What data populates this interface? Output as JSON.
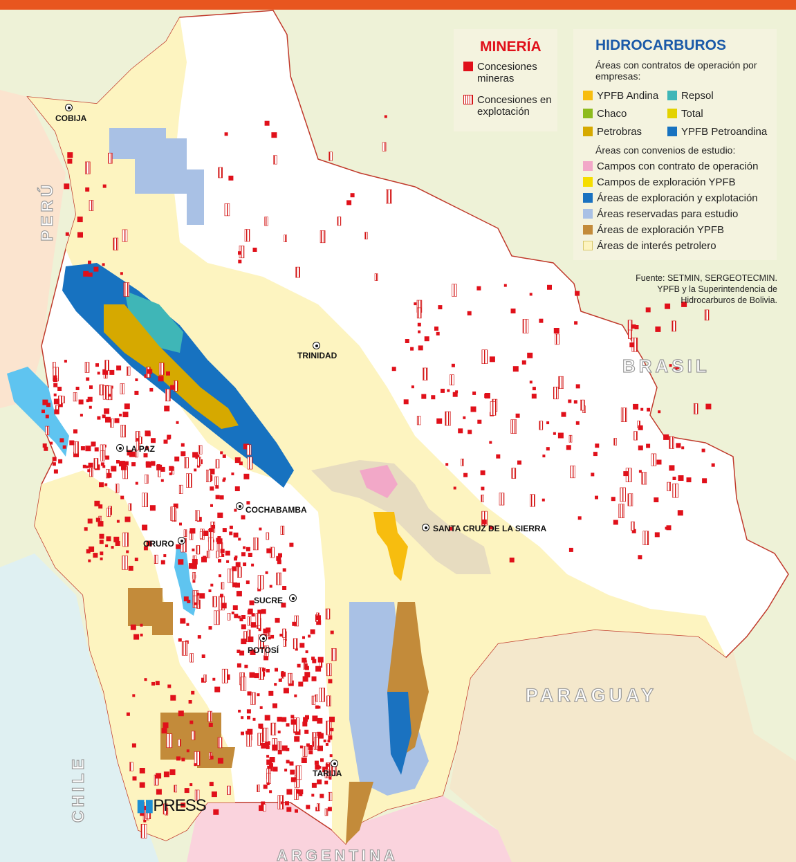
{
  "legend_mineria": {
    "title": "MINERÍA",
    "items": [
      {
        "label": "Concesiones mineras",
        "style": "solid",
        "color": "#e0101a"
      },
      {
        "label": "Concesiones en explotación",
        "style": "hatch",
        "color": "#d31313"
      }
    ]
  },
  "legend_hidrocarburos": {
    "title": "HIDROCARBUROS",
    "contracts_heading": "Áreas con contratos de operación por empresas:",
    "companies": [
      {
        "label": "YPFB Andina",
        "color": "#f7bd0f"
      },
      {
        "label": "Repsol",
        "color": "#3fb6b7"
      },
      {
        "label": "Chaco",
        "color": "#8dbb1d"
      },
      {
        "label": "Total",
        "color": "#e3d200"
      },
      {
        "label": "Petrobras",
        "color": "#d6a900"
      },
      {
        "label": "YPFB Petroandina",
        "color": "#1772c0"
      }
    ],
    "study_heading": "Áreas con convenios de estudio:",
    "study_items": [
      {
        "label": "Campos con contrato de operación",
        "color": "#f2a8c8"
      },
      {
        "label": "Campos de exploración YPFB",
        "color": "#f5dd00"
      },
      {
        "label": "Áreas de exploración y explotación",
        "color": "#1a72c0"
      },
      {
        "label": "Áreas reservadas para estudio",
        "color": "#a9c1e5"
      },
      {
        "label": "Áreas de exploración YPFB",
        "color": "#c38b3a"
      },
      {
        "label": "Áreas de interés petrolero",
        "color": "#fdf4c0"
      }
    ]
  },
  "source": {
    "lines": [
      "Fuente: SETMIN, SERGEOTECMIN.",
      "YPFB y la Superintendencia de",
      "Hidrocarburos de Bolivia."
    ]
  },
  "countries": {
    "peru": "PERÚ",
    "brasil": "BRASIL",
    "paraguay": "PARAGUAY",
    "argentina": "ARGENTINA",
    "chile": "CHILE"
  },
  "cities": {
    "cobija": "COBIJA",
    "trinidad": "TRINIDAD",
    "la_paz": "LA PAZ",
    "cochabamba": "COCHABAMBA",
    "santa_cruz": "SANTA CRUZ DE LA SIERRA",
    "oruro": "ORURO",
    "sucre": "SUCRE",
    "potosi": "POTOSÍ",
    "tarija": "TARIJA"
  },
  "logo": {
    "text": "PRESS"
  },
  "colors": {
    "bolivia_fill": "#ffffff",
    "interest_area": "#fdf4c0",
    "mining_red": "#e0101a",
    "lake_blue": "#5fc4f0",
    "peru_fill": "#fbe4cf",
    "brasil_fill": "#eef2d7",
    "chile_fill": "#dff0f2",
    "argentina_fill": "#fad3dd",
    "paraguay_fill": "#f4e8cc",
    "title_red": "#e0101a",
    "title_blue": "#1b5aa8"
  }
}
